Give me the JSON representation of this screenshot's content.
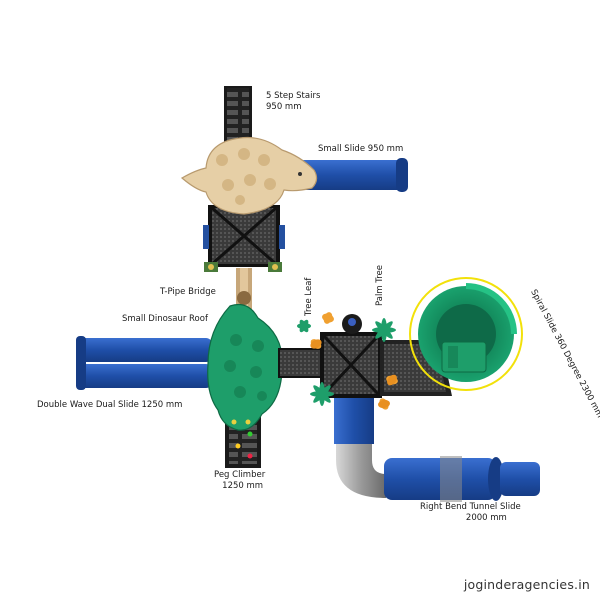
{
  "labels": {
    "stairs": {
      "name": "5 Step Stairs",
      "size": "950 mm"
    },
    "small_slide": "Small Slide 950 mm",
    "tpipe": "T-Pipe Bridge",
    "dino_roof": "Small Dinosaur Roof",
    "tree_leaf": "Tree Leaf",
    "palm_tree": "Palm Tree",
    "spiral": "Spiral Slide 360 Degree 2300 mm",
    "double_wave": "Double Wave Dual Slide  1250 mm",
    "peg": {
      "name": "Peg Climber",
      "size": "1250 mm"
    },
    "tunnel": {
      "name": "Right Bend Tunnel Slide",
      "size": "2000 mm"
    }
  },
  "watermark": "joginderagencies.in",
  "colors": {
    "slide_blue": "#1f4fa8",
    "dino_green": "#1e9e6a",
    "dino_beige": "#e6cfa6",
    "deck_dark": "#2a2a2a",
    "spiral_ring": "#f2e10a",
    "leaf_orange": "#f0a030"
  }
}
